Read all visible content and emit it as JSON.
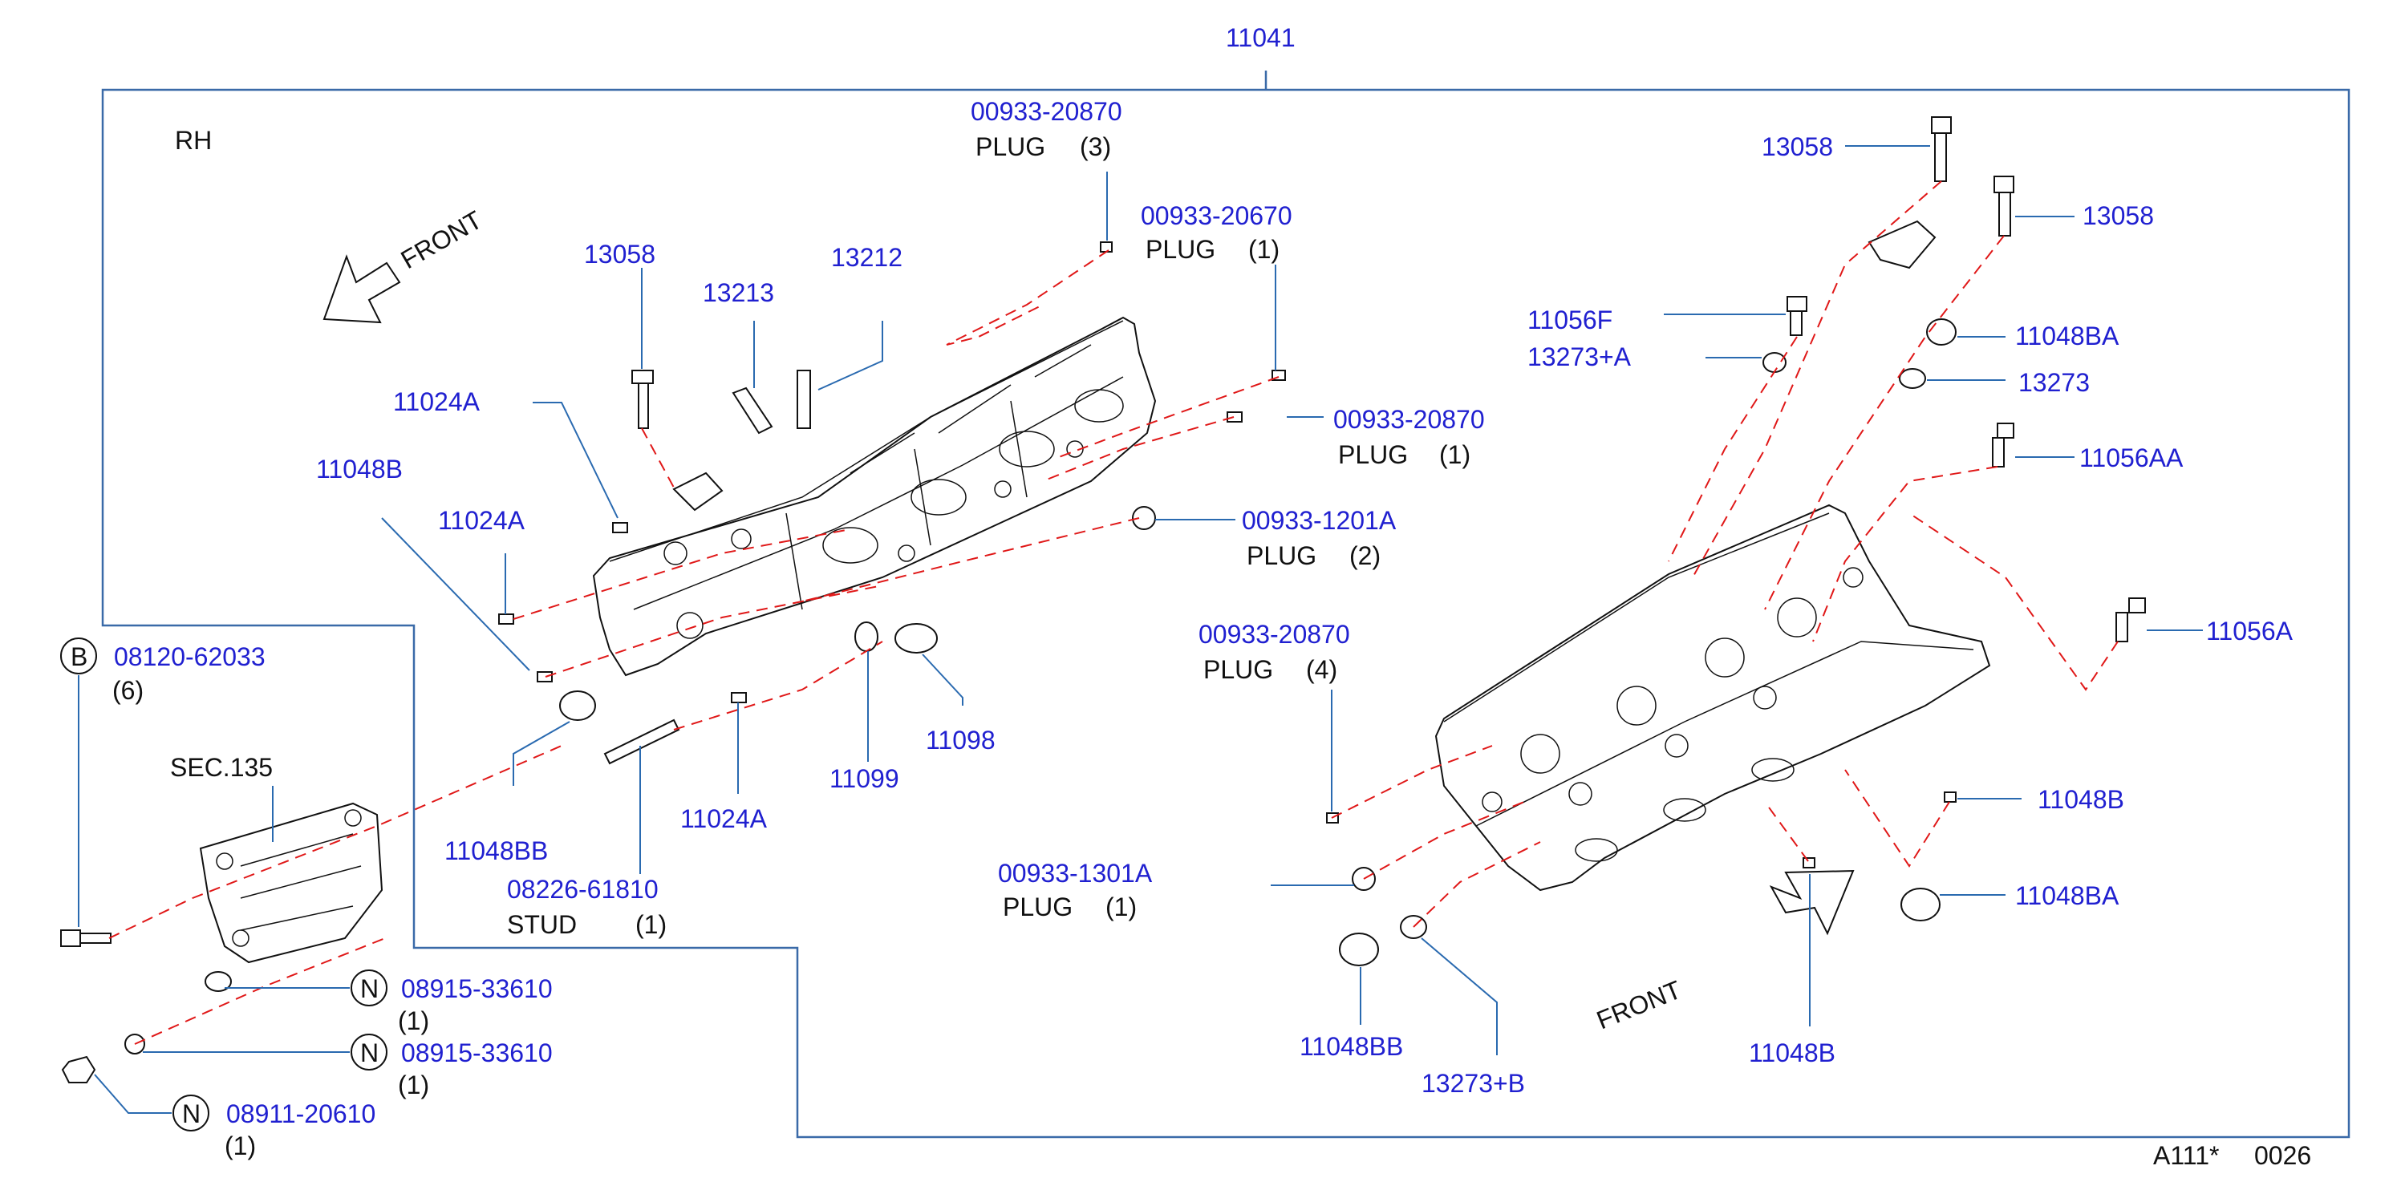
{
  "header": {
    "assembly_number": "11041",
    "side_label": "RH"
  },
  "footer": {
    "figure_code": "A111*",
    "figure_number": "0026"
  },
  "front_labels": [
    "FRONT",
    "FRONT"
  ],
  "callouts": {
    "plug_3": {
      "number": "00933-20870",
      "name": "PLUG",
      "qty": "(3)"
    },
    "plug_1a": {
      "number": "00933-20670",
      "name": "PLUG",
      "qty": "(1)"
    },
    "plug_1b": {
      "number": "00933-20870",
      "name": "PLUG",
      "qty": "(1)"
    },
    "plug_2": {
      "number": "00933-1201A",
      "name": "PLUG",
      "qty": "(2)"
    },
    "plug_4": {
      "number": "00933-20870",
      "name": "PLUG",
      "qty": "(4)"
    },
    "plug_1c": {
      "number": "00933-1301A",
      "name": "PLUG",
      "qty": "(1)"
    },
    "stud": {
      "number": "08226-61810",
      "name": "STUD",
      "qty": "(1)"
    },
    "bolt_b": {
      "number": "08120-62033",
      "qty": "(6)",
      "circle": "B"
    },
    "washer_n1": {
      "number": "08915-33610",
      "qty": "(1)",
      "circle": "N"
    },
    "washer_n2": {
      "number": "08915-33610",
      "qty": "(1)",
      "circle": "N"
    },
    "nut_n": {
      "number": "08911-20610",
      "qty": "(1)",
      "circle": "N"
    },
    "sec_ref": "SEC.135"
  },
  "part_numbers": {
    "p13058_left": "13058",
    "p13213": "13213",
    "p13212": "13212",
    "p11024A_top": "11024A",
    "p11048B_left": "11048B",
    "p11024A_mid": "11024A",
    "p11048BB_left": "11048BB",
    "p11024A_bottom": "11024A",
    "p11099": "11099",
    "p11098": "11098",
    "p13058_r1": "13058",
    "p13058_r2": "13058",
    "p11056F": "11056F",
    "p13273A": "13273+A",
    "p11048BA_top": "11048BA",
    "p13273": "13273",
    "p11056AA": "11056AA",
    "p11056A": "11056A",
    "p11048B_right": "11048B",
    "p11048BA_bottom": "11048BA",
    "p11048BB_right": "11048BB",
    "p13273B": "13273+B",
    "p11048B_bottom": "11048B"
  }
}
